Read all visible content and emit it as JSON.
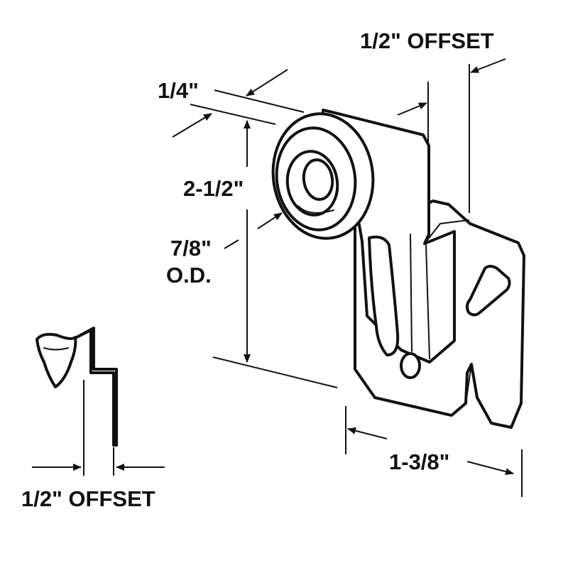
{
  "labels": {
    "offset_top": "1/2\" OFFSET",
    "quarter": "1/4\"",
    "height": "2-1/2\"",
    "diameter_line1": "7/8\"",
    "diameter_line2": "O.D.",
    "width": "1-3/8\"",
    "offset_bottom": "1/2\" OFFSET"
  },
  "colors": {
    "ink": "#111111",
    "background": "#ffffff"
  }
}
